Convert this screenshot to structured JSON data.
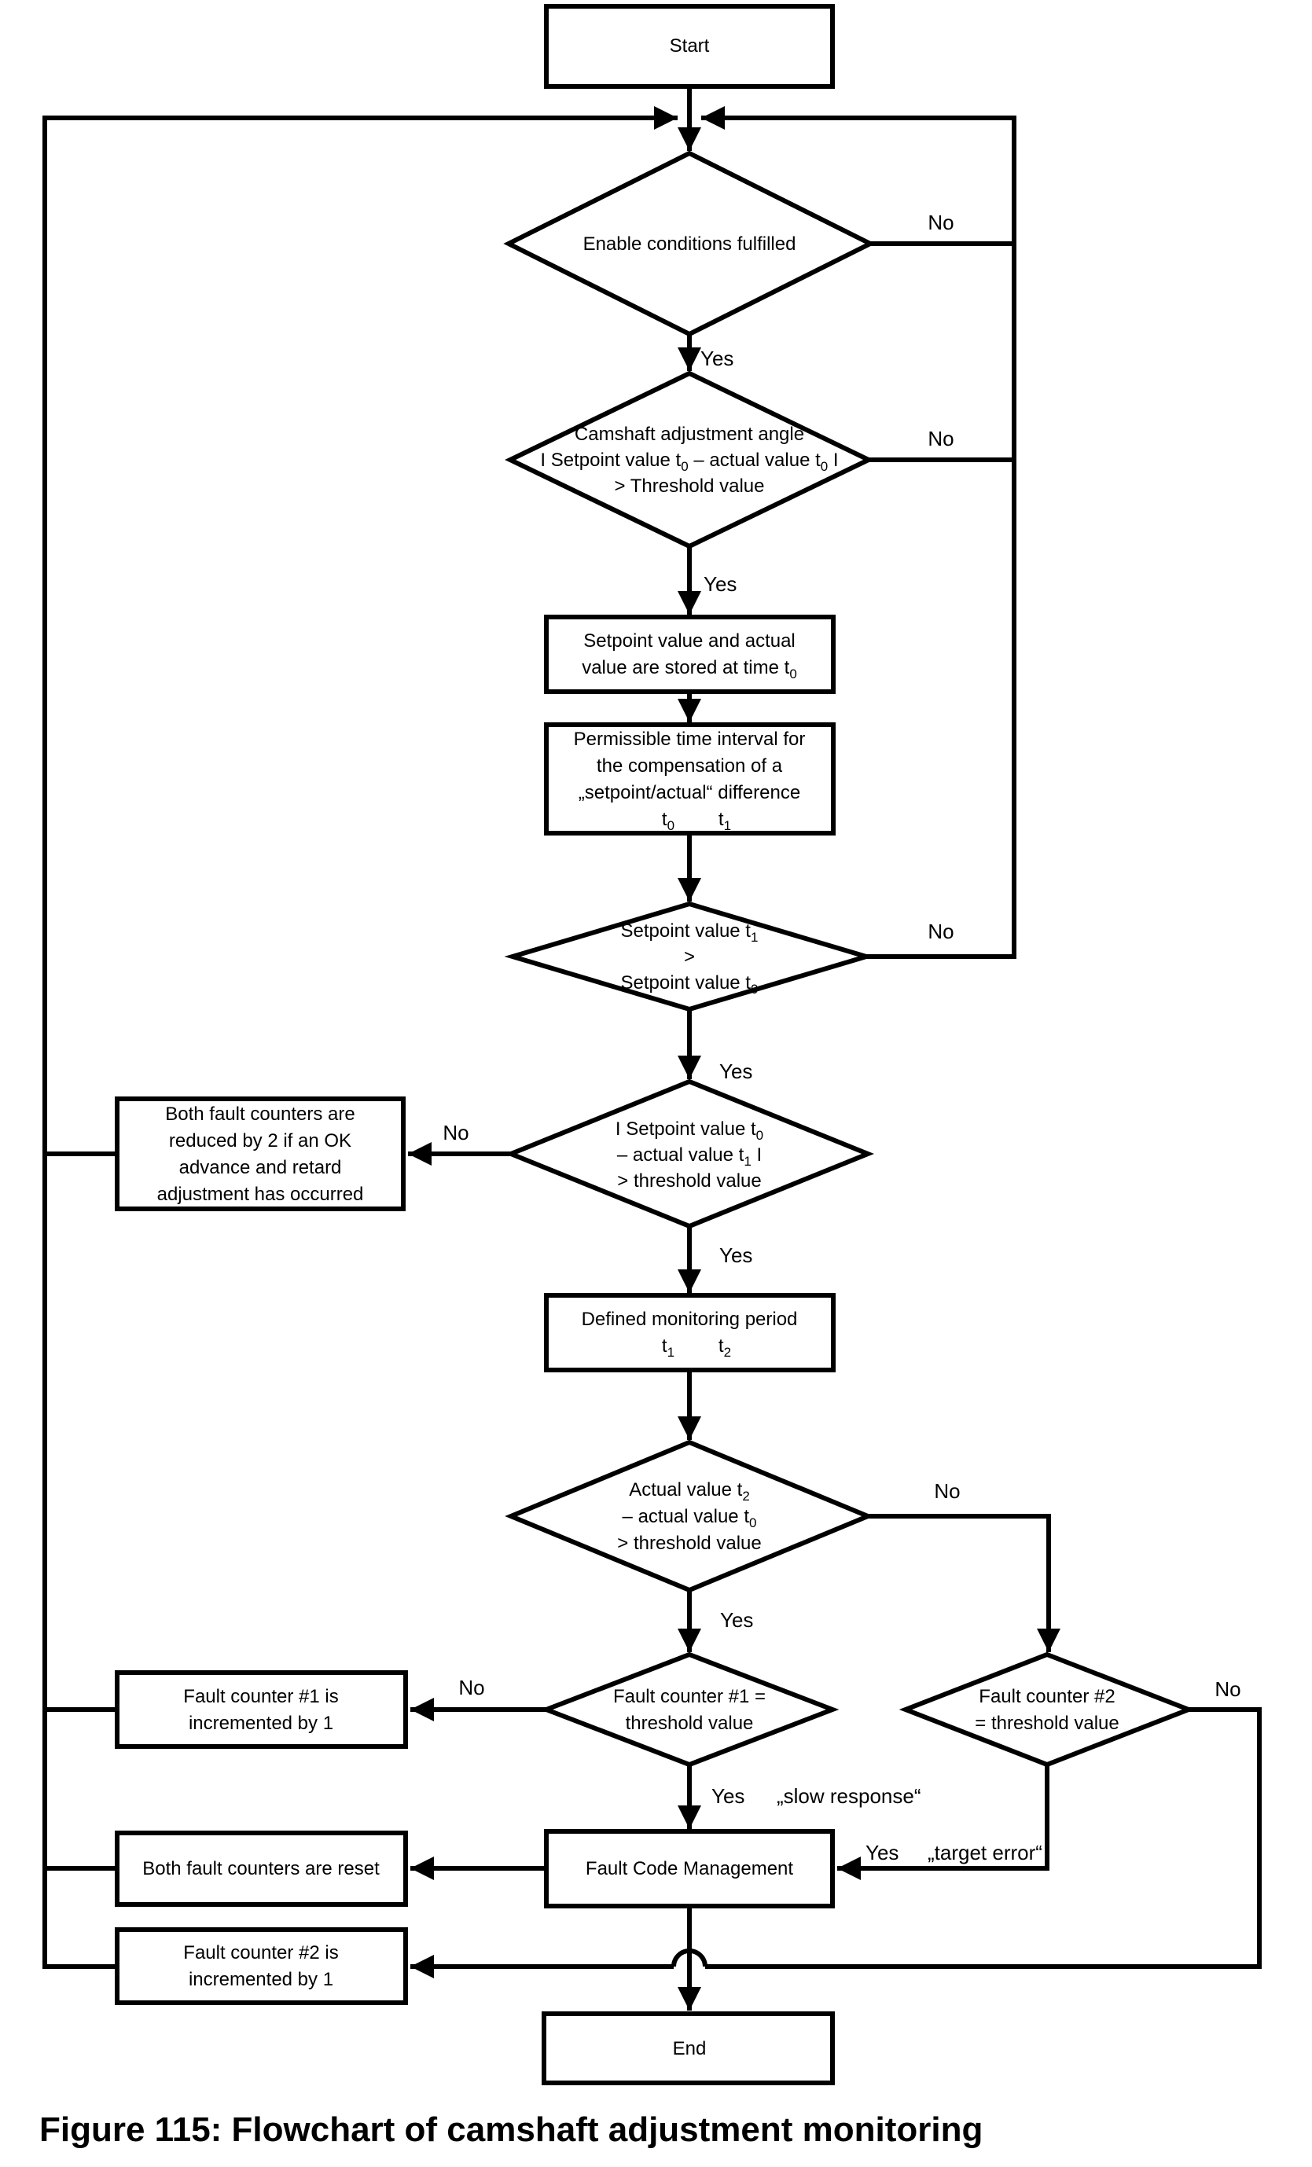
{
  "figure": {
    "caption": "Figure 115: Flowchart of camshaft adjustment monitoring",
    "ink_color": "#000000",
    "background_color": "#ffffff"
  },
  "labels": {
    "yes": "Yes",
    "no": "No",
    "slow_response": "„slow response“",
    "target_error": "„target error“"
  },
  "nodes": {
    "start": {
      "label": "Start"
    },
    "end": {
      "label": "End"
    },
    "d_enable": {
      "l1": "Enable conditions fulfilled"
    },
    "d_angle": {
      "l1": "Camshaft adjustment angle",
      "l2a": "I Setpoint value t",
      "l2a_sub": "0",
      "l2b": " – actual value t",
      "l2b_sub": "0",
      "l2c": " I",
      "l3": "> Threshold value"
    },
    "p_store": {
      "l1": "Setpoint value and actual",
      "l2a": "value are stored at time t",
      "l2a_sub": "0"
    },
    "p_interval": {
      "l1": "Permissible time interval for",
      "l2": "the compensation of a",
      "l3": "„setpoint/actual“ difference",
      "t_a": "t",
      "t_a_sub": "0",
      "t_b": "t",
      "t_b_sub": "1"
    },
    "d_setpoint": {
      "l1a": "Setpoint value t",
      "l1a_sub": "1",
      "l2": ">",
      "l3a": "Setpoint value t",
      "l3a_sub": "0"
    },
    "d_diff": {
      "l1a": "I Setpoint value t",
      "l1a_sub": "0",
      "l2a": "– actual value t",
      "l2a_sub": "1",
      "l2b": " I",
      "l3": "> threshold value"
    },
    "p_reduce": {
      "l1": "Both fault counters are",
      "l2": "reduced by 2 if an OK",
      "l3": "advance and retard",
      "l4": "adjustment has occurred"
    },
    "p_period": {
      "l1": "Defined monitoring period",
      "t_a": "t",
      "t_a_sub": "1",
      "t_b": "t",
      "t_b_sub": "2"
    },
    "d_actual": {
      "l1a": "Actual value t",
      "l1a_sub": "2",
      "l2a": "– actual value t",
      "l2a_sub": "0",
      "l3": "> threshold value"
    },
    "d_fc1": {
      "l1": "Fault counter #1 =",
      "l2": "threshold value"
    },
    "d_fc2": {
      "l1": "Fault counter #2",
      "l2": "= threshold value"
    },
    "p_inc1": {
      "l1": "Fault counter #1 is",
      "l2": "incremented by 1"
    },
    "p_fcm": {
      "l1": "Fault Code Management"
    },
    "p_reset": {
      "l1": "Both fault counters are reset"
    },
    "p_inc2": {
      "l1": "Fault counter #2 is",
      "l2": "incremented by 1"
    }
  }
}
